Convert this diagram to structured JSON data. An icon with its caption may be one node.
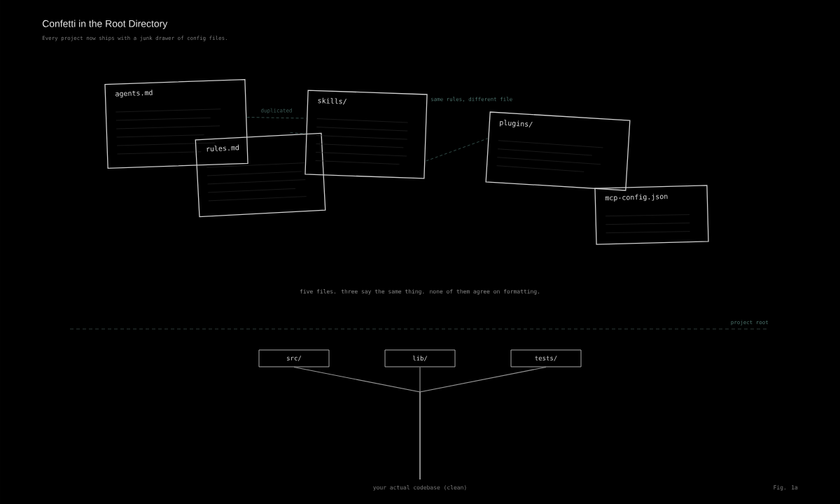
{
  "diagram": {
    "title": "Confetti in the Root Directory",
    "nodes": [
      {
        "text": [
          "agents.md"
        ]
      },
      {
        "text": [
          "rules.md"
        ]
      },
      {
        "text": [
          "skills/"
        ]
      },
      {
        "text": [
          "plugins/"
        ]
      },
      {
        "text": [
          "mcp-config.json"
        ]
      },
      {
        "text": [
          "src/"
        ]
      },
      {
        "text": [
          "lib/"
        ]
      },
      {
        "text": [
          "tests/"
        ]
      },
      {
        "text": [
          "your actual codebase (clean)"
        ]
      }
    ],
    "edges": [
      {
        "from": 0,
        "to": 2,
        "arrow": "none",
        "label": "duplicated",
        "style": "dashed",
        "color": "#3f5f5a"
      },
      {
        "from": 1,
        "to": 2,
        "arrow": "none",
        "style": "dashed",
        "color": "#3f5f5a"
      },
      {
        "from": 2,
        "to": 3,
        "arrow": "none",
        "style": "dashed",
        "color": "#3f5f5a"
      },
      {
        "from": 5,
        "to": 8,
        "arrow": "none"
      },
      {
        "from": 6,
        "to": 8,
        "arrow": "none"
      },
      {
        "from": 7,
        "to": 8,
        "arrow": "none"
      }
    ],
    "labels": [
      "Every project now ships with a junk drawer of config files.",
      "same rules, different file",
      "five files. three say the same thing. none of them agree on formatting.",
      "project root",
      "Fig. 1a"
    ]
  }
}
